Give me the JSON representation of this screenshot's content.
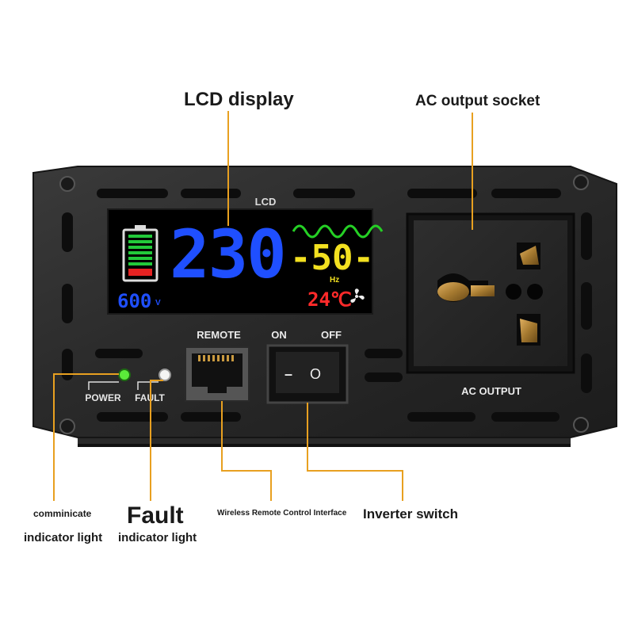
{
  "callouts": {
    "lcd_display": "LCD display",
    "ac_output_socket": "AC output socket",
    "comm_line1": "comminicate",
    "comm_line2": "indicator light",
    "fault_line1": "Fault",
    "fault_line2": "indicator light",
    "wireless_remote": "Wireless Remote Control Interface",
    "inverter_switch": "Inverter switch"
  },
  "panel": {
    "lcd_label": "LCD",
    "remote_label": "REMOTE",
    "on_label": "ON",
    "off_label": "OFF",
    "switch_on_mark": "–",
    "switch_off_mark": "O",
    "power_label": "POWER",
    "fault_label": "FAULT",
    "ac_output_label": "AC OUTPUT"
  },
  "lcd": {
    "voltage": "230",
    "frequency": "-50-",
    "frequency_unit": "Hz",
    "temperature": "24℃",
    "rated_power": "600",
    "rated_power_unit": "V"
  },
  "colors": {
    "leader": "#e8a020",
    "voltage": "#1f4fff",
    "frequency": "#f2e020",
    "temperature": "#ff2a2a",
    "wave": "#25d025",
    "battery_green": "#22c93a",
    "battery_red": "#e52222",
    "power_led": "#5bea3a",
    "fault_led": "#f4f4f4"
  }
}
